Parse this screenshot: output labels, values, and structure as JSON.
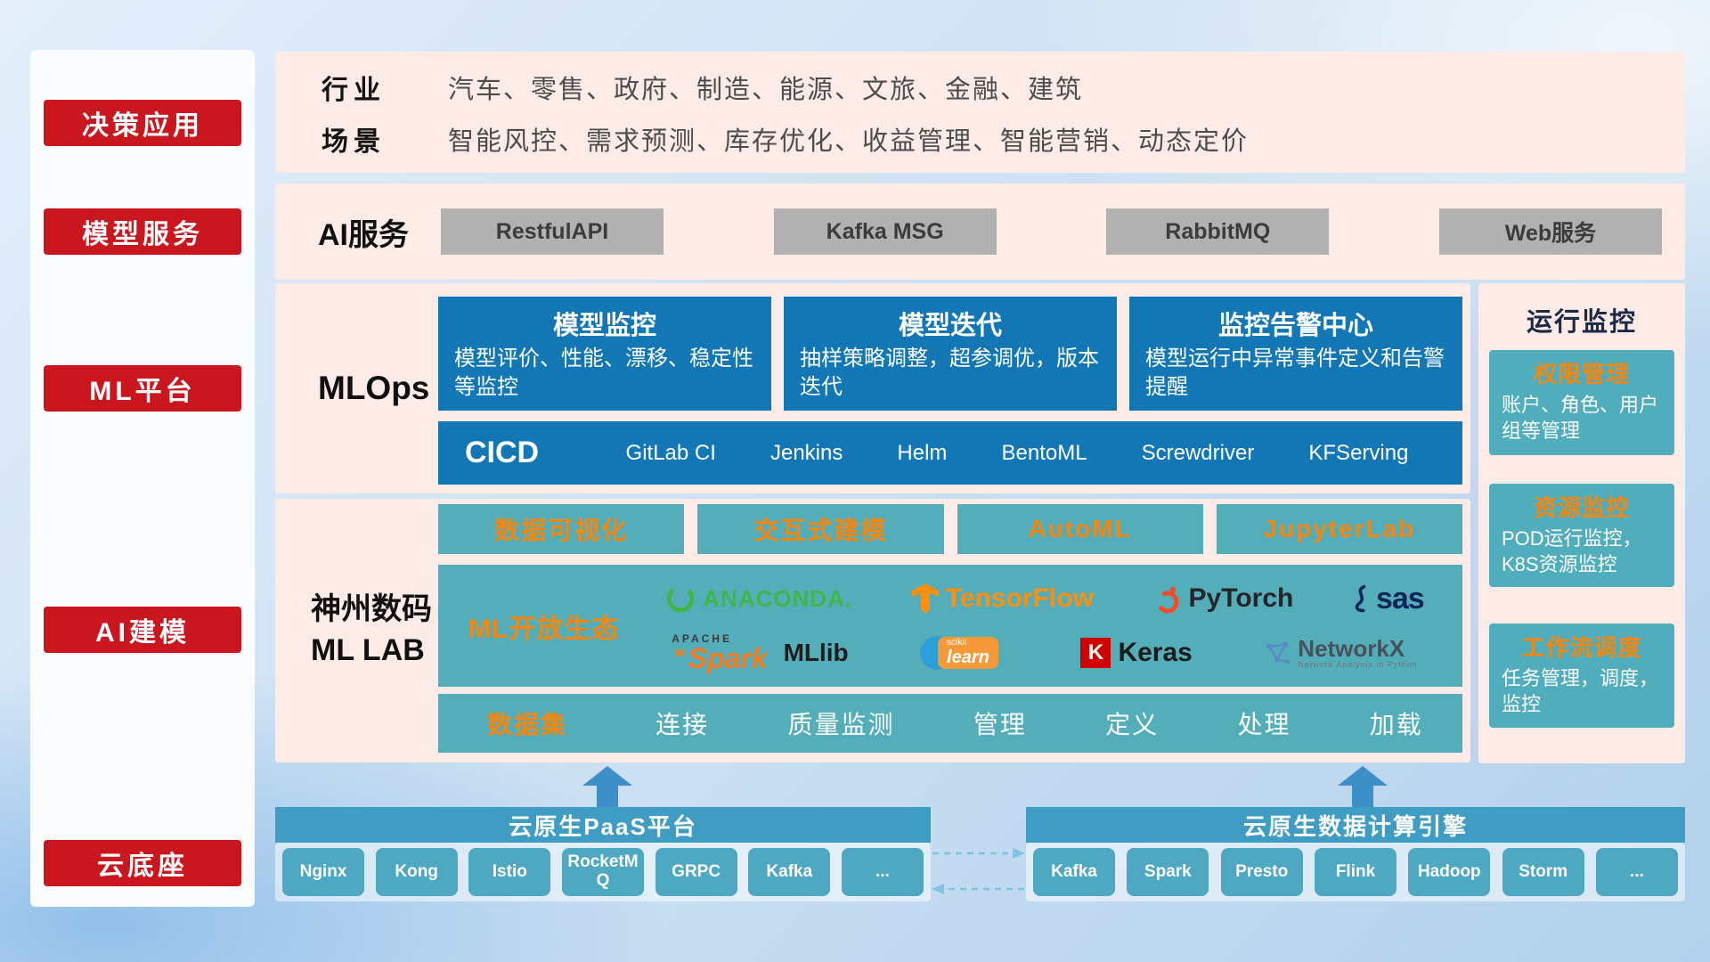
{
  "sidebar": {
    "items": [
      {
        "label": "决策应用"
      },
      {
        "label": "模型服务"
      },
      {
        "label": "ML平台"
      },
      {
        "label": "AI建模"
      },
      {
        "label": "云底座"
      }
    ]
  },
  "decision": {
    "industry_label": "行业",
    "industry_text": "汽车、零售、政府、制造、能源、文旅、金融、建筑",
    "scene_label": "场景",
    "scene_text": "智能风控、需求预测、库存优化、收益管理、智能营销、动态定价"
  },
  "service": {
    "label": "AI服务",
    "items": [
      "RestfulAPI",
      "Kafka MSG",
      "RabbitMQ",
      "Web服务"
    ]
  },
  "mlops": {
    "label": "MLOps",
    "cards": [
      {
        "title": "模型监控",
        "desc": "模型评价、性能、漂移、稳定性等监控"
      },
      {
        "title": "模型迭代",
        "desc": "抽样策略调整，超参调优，版本迭代"
      },
      {
        "title": "监控告警中心",
        "desc": "模型运行中异常事件定义和告警提醒"
      }
    ],
    "cicd_label": "CICD",
    "tools": [
      "GitLab CI",
      "Jenkins",
      "Helm",
      "BentoML",
      "Screwdriver",
      "KFServing"
    ]
  },
  "monitor": {
    "title": "运行监控",
    "cards": [
      {
        "title": "权限管理",
        "desc": "账户、角色、用户组等管理"
      },
      {
        "title": "资源监控",
        "desc": "POD运行监控，K8S资源监控"
      },
      {
        "title": "工作流调度",
        "desc": "任务管理，调度，监控"
      }
    ]
  },
  "mllab": {
    "line1": "神州数码",
    "line2": "ML LAB",
    "tools": [
      "数据可视化",
      "交互式建模",
      "AutoML",
      "JupyterLab"
    ],
    "eco_label": "ML开放生态",
    "logos": {
      "anaconda": "ANACONDA.",
      "tensorflow": "TensorFlow",
      "pytorch": "PyTorch",
      "sas": "sas",
      "apache": "APACHE",
      "spark": "Spark",
      "mllib": "MLlib",
      "scikit_top": "scikit",
      "scikit_main": "learn",
      "keras_k": "K",
      "keras": "Keras",
      "networkx": "NetworkX",
      "networkx_sub": "Network Analysis in Python"
    },
    "dataset_label": "数据集",
    "dataset_items": [
      "连接",
      "质量监测",
      "管理",
      "定义",
      "处理",
      "加载"
    ]
  },
  "foundation": {
    "paas": {
      "title": "云原生PaaS平台",
      "items": [
        "Nginx",
        "Kong",
        "Istio",
        "RocketMQ",
        "GRPC",
        "Kafka",
        "..."
      ]
    },
    "engine": {
      "title": "云原生数据计算引擎",
      "items": [
        "Kafka",
        "Spark",
        "Presto",
        "Flink",
        "Hadoop",
        "Storm",
        "..."
      ]
    }
  },
  "colors": {
    "accent_red": "#c9161f",
    "mlops_blue": "#1277b4",
    "teal": "#54aeba",
    "orange": "#f5870f",
    "panel_pink": "#fcebe7",
    "foundation_bar_blue": "#3f9cc3"
  }
}
